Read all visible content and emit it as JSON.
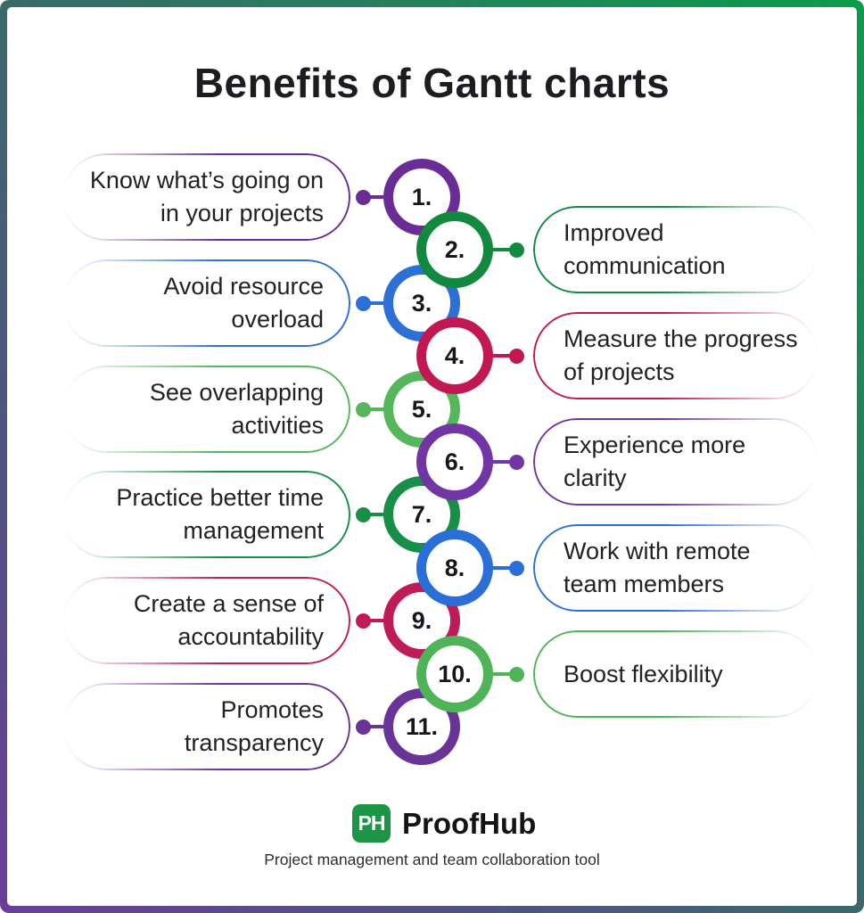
{
  "title": "Benefits of Gantt charts",
  "items": [
    {
      "number": "1.",
      "side": "left",
      "color": "#6a2d95",
      "lines": [
        "Know what’s going on",
        "in your projects"
      ]
    },
    {
      "number": "2.",
      "side": "right",
      "color": "#12893f",
      "lines": [
        "Improved",
        "communication"
      ]
    },
    {
      "number": "3.",
      "side": "left",
      "color": "#2c70d5",
      "lines": [
        "Avoid resource",
        "overload"
      ]
    },
    {
      "number": "4.",
      "side": "right",
      "color": "#c11854",
      "lines": [
        "Measure the progress",
        "of projects"
      ]
    },
    {
      "number": "5.",
      "side": "left",
      "color": "#55b65c",
      "lines": [
        "See overlapping",
        "activities"
      ]
    },
    {
      "number": "6.",
      "side": "right",
      "color": "#7136a4",
      "lines": [
        "Experience more",
        "clarity"
      ]
    },
    {
      "number": "7.",
      "side": "left",
      "color": "#178f46",
      "lines": [
        "Practice better time",
        "management"
      ]
    },
    {
      "number": "8.",
      "side": "right",
      "color": "#2a6fd8",
      "lines": [
        "Work with remote",
        "team members"
      ]
    },
    {
      "number": "9.",
      "side": "left",
      "color": "#c01b59",
      "lines": [
        "Create a sense of",
        "accountability"
      ]
    },
    {
      "number": "10.",
      "side": "right",
      "color": "#4fb458",
      "lines": [
        "Boost flexibility",
        ""
      ]
    },
    {
      "number": "11.",
      "side": "left",
      "color": "#6a3397",
      "lines": [
        "Promotes",
        "transparency"
      ]
    }
  ],
  "footer": {
    "logo_text": "PH",
    "logo_color": "#1e9447",
    "brand": "ProofHub",
    "tagline": "Project management and team collaboration tool"
  },
  "frame": {
    "gradient_bottom_left": "#6a3d9a",
    "gradient_mid": "#3a686c",
    "gradient_top_right": "#0b9c4a"
  }
}
